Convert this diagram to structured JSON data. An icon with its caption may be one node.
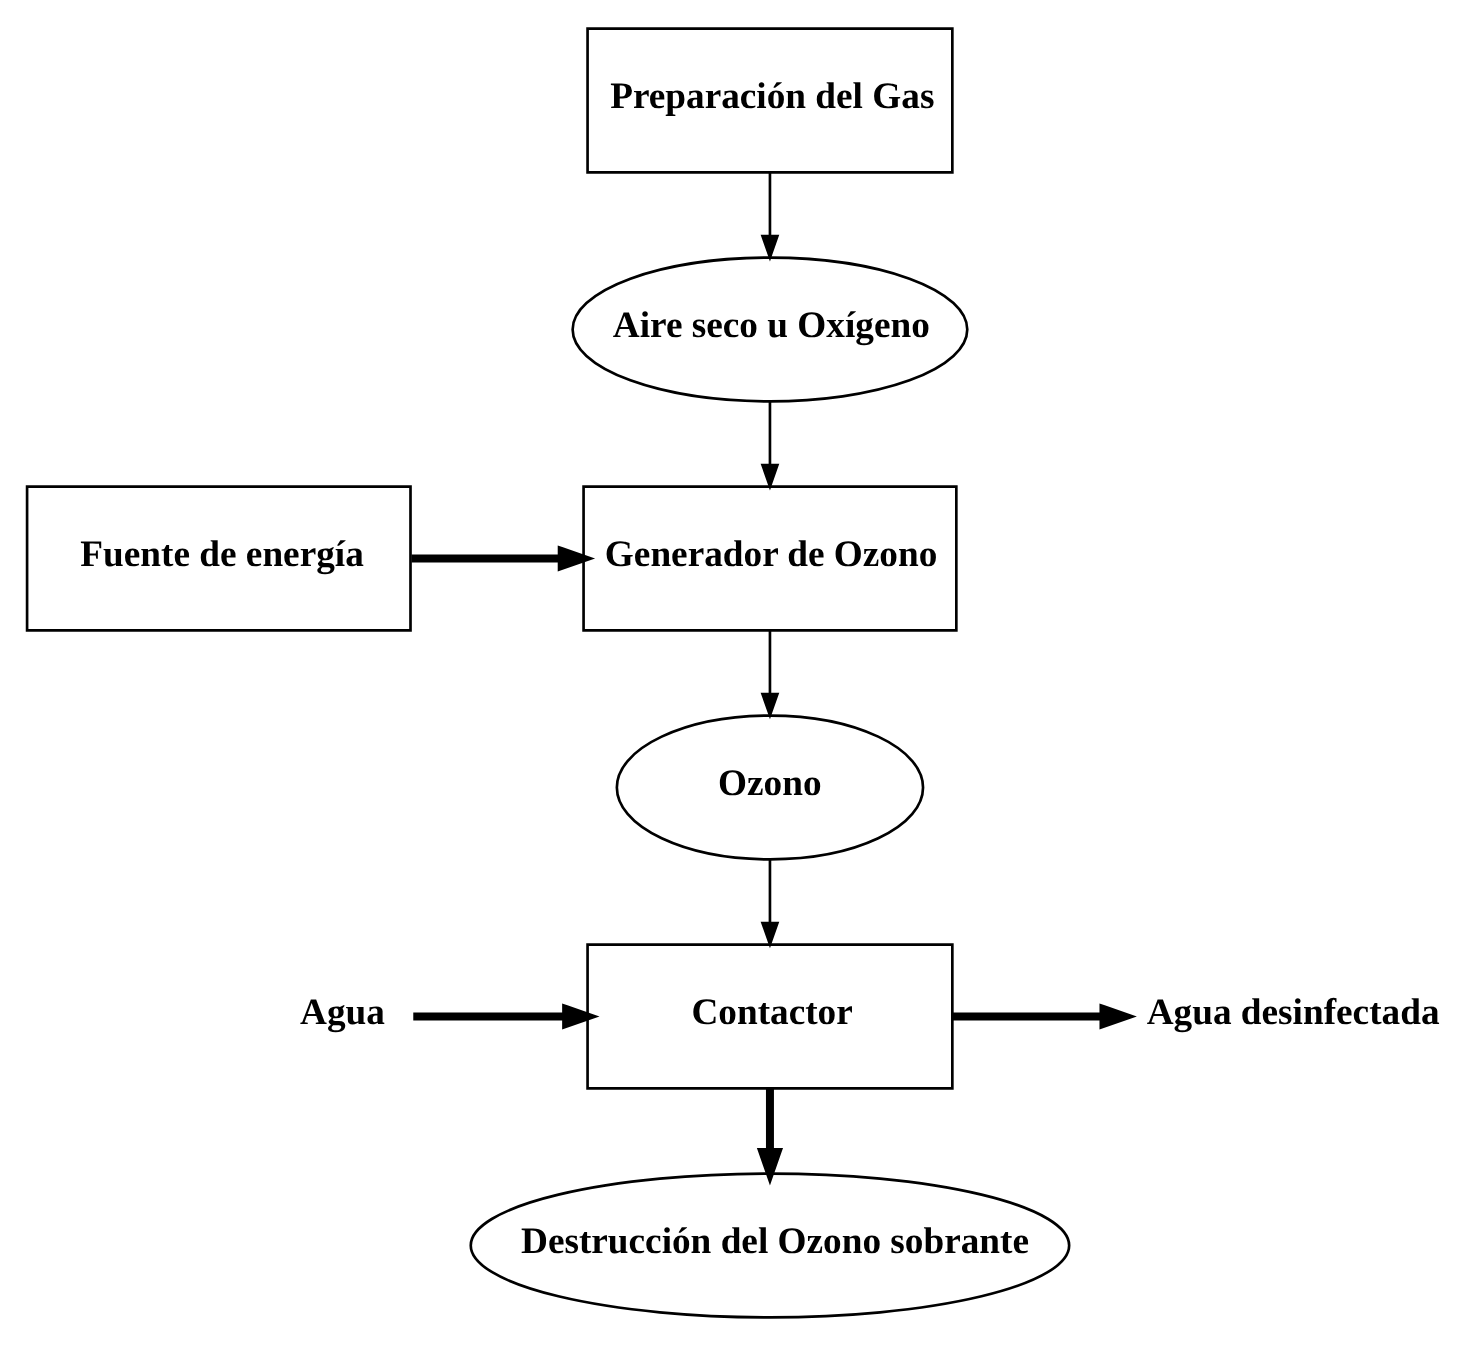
{
  "diagram": {
    "nodes": [
      {
        "text": [
          "Preparación del Gas"
        ]
      },
      {
        "text": [
          "Aire seco u Oxígeno"
        ]
      },
      {
        "text": [
          "Generador de Ozono"
        ]
      },
      {
        "text": [
          "Fuente de energía"
        ]
      },
      {
        "text": [
          "Ozono"
        ]
      },
      {
        "text": [
          "Contactor"
        ]
      },
      {
        "text": [
          "Agua"
        ]
      },
      {
        "text": [
          "Agua desinfectada"
        ]
      },
      {
        "text": [
          "Destrucción del Ozono sobrante"
        ]
      }
    ],
    "edges": [
      {
        "from": 0,
        "to": 1,
        "arrow": "to"
      },
      {
        "from": 1,
        "to": 2,
        "arrow": "to"
      },
      {
        "from": 3,
        "to": 2,
        "arrow": "to",
        "style": "thick"
      },
      {
        "from": 2,
        "to": 4,
        "arrow": "to"
      },
      {
        "from": 4,
        "to": 5,
        "arrow": "to"
      },
      {
        "from": 6,
        "to": 5,
        "arrow": "to",
        "style": "thick"
      },
      {
        "from": 5,
        "to": 7,
        "arrow": "to",
        "style": "thick"
      },
      {
        "from": 5,
        "to": 8,
        "arrow": "to",
        "style": "thick"
      }
    ]
  }
}
